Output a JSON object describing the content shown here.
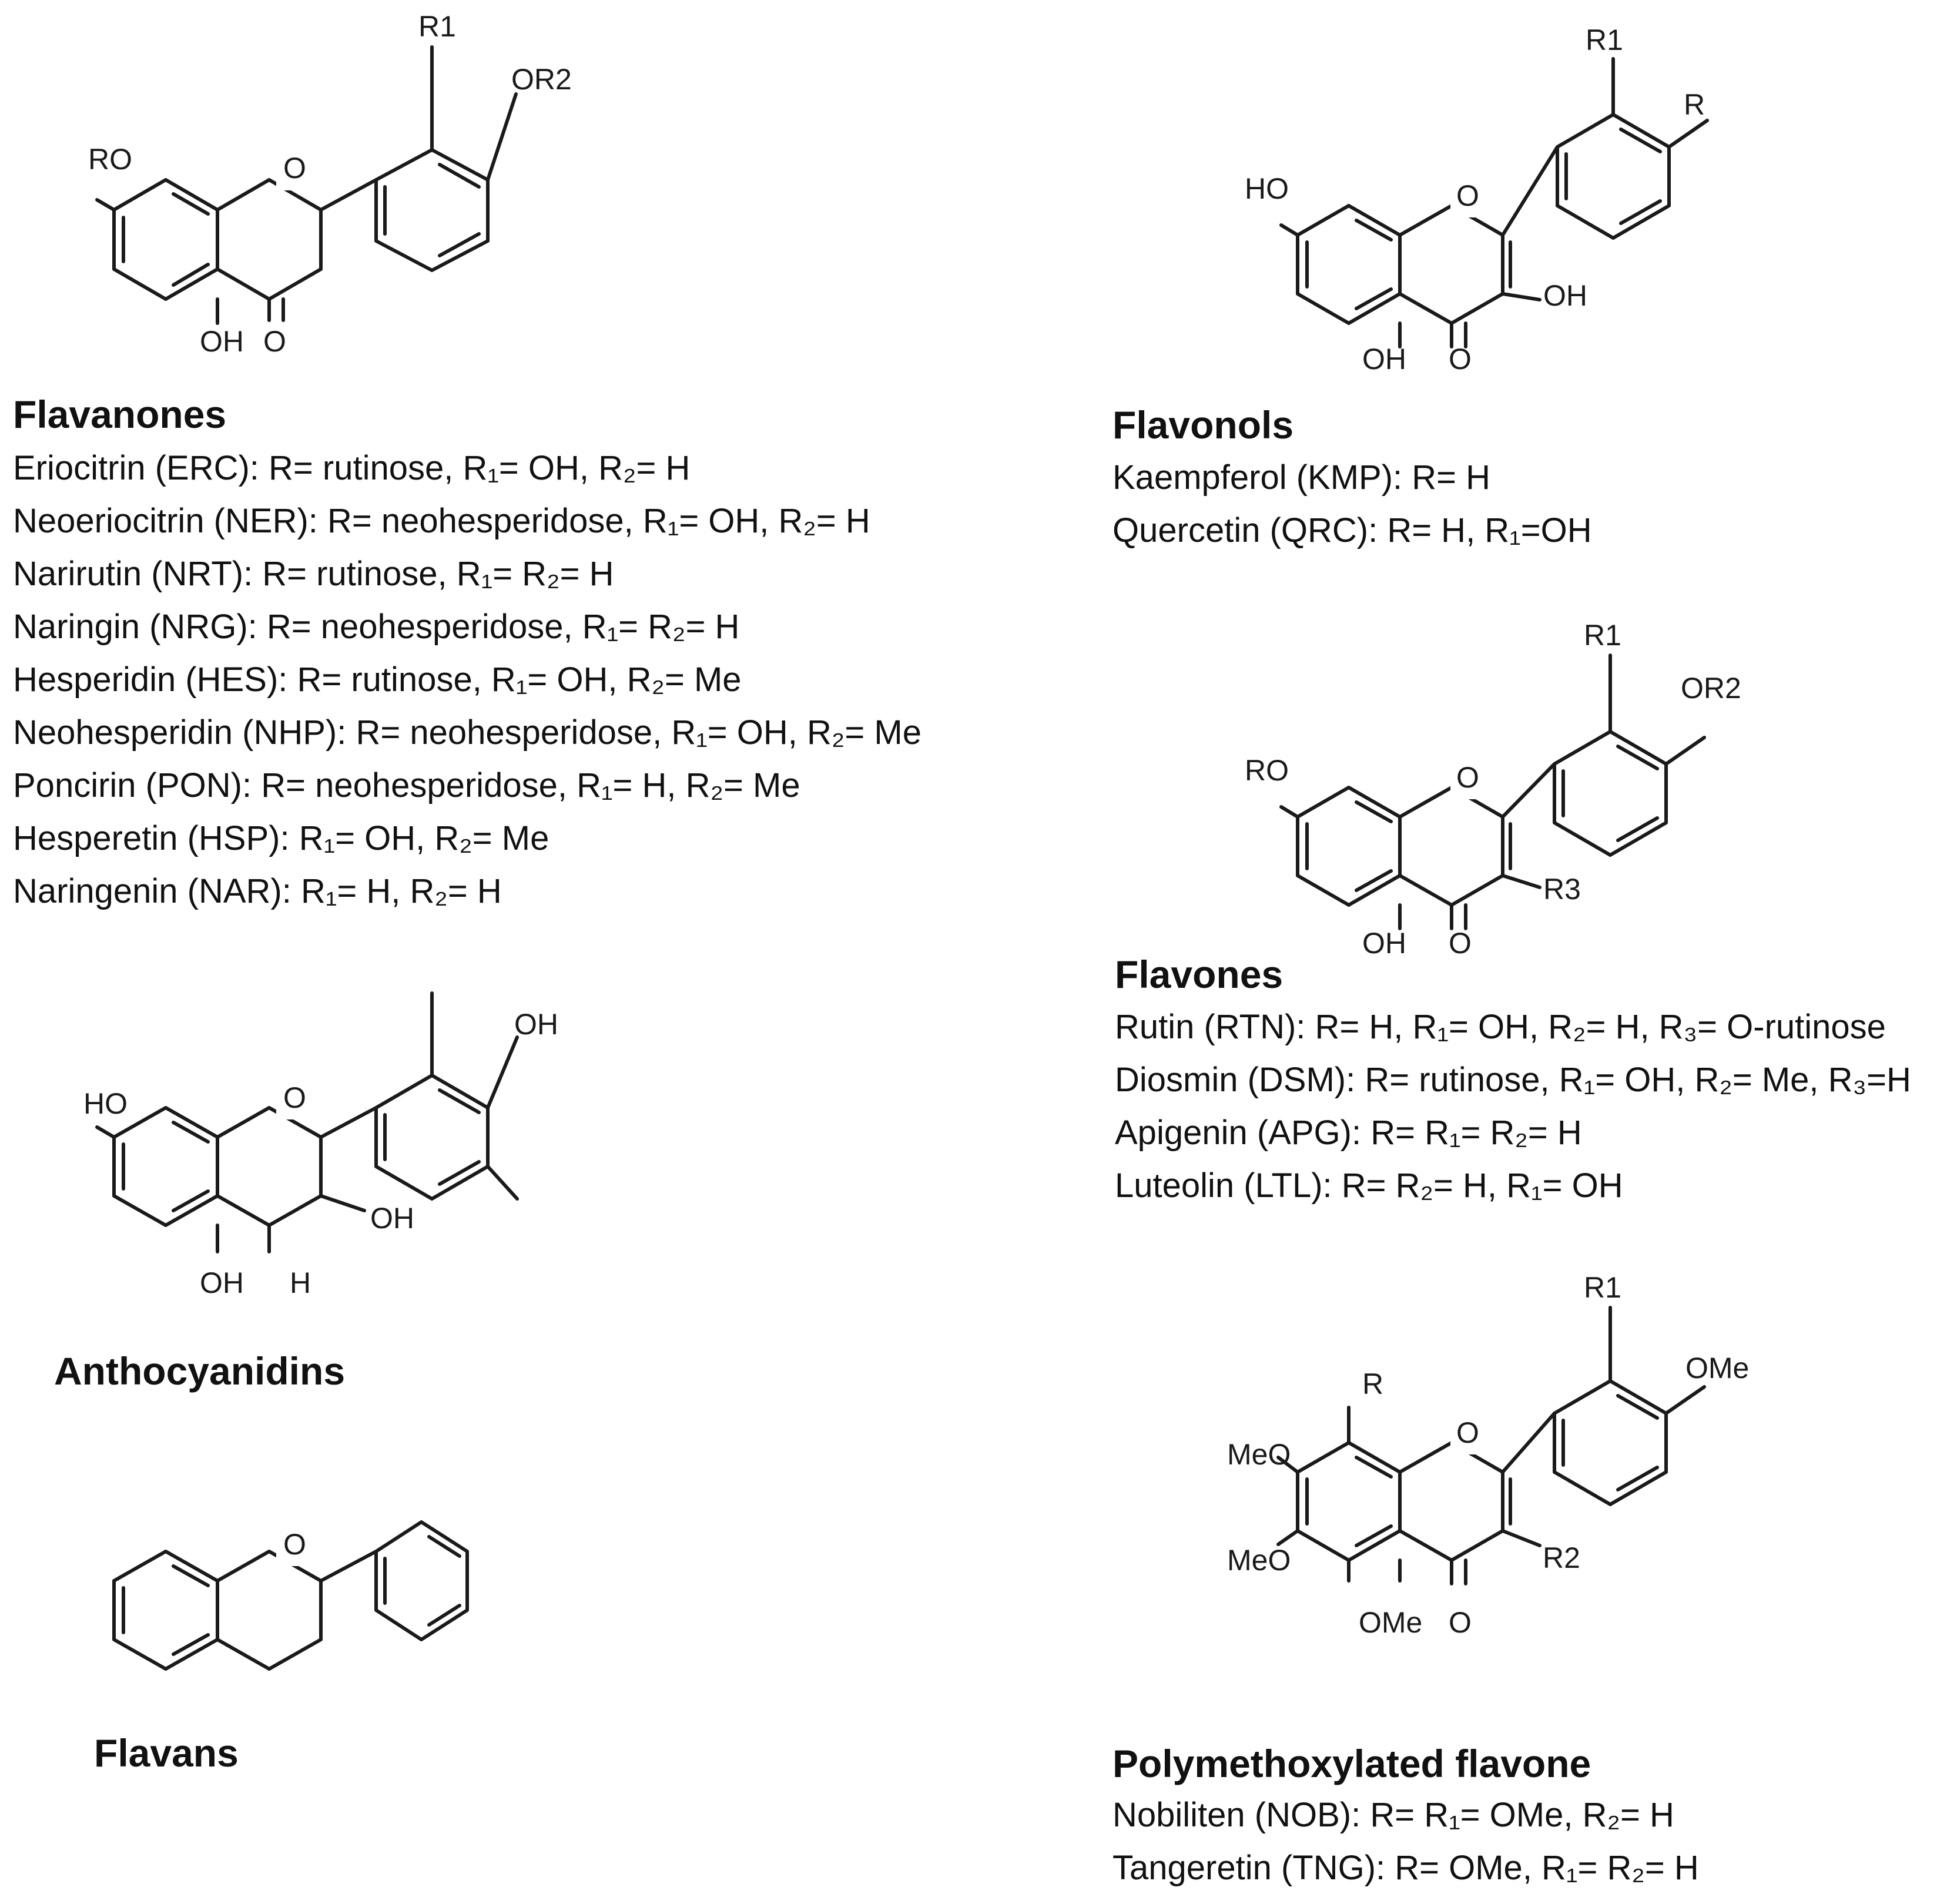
{
  "atoms": {
    "r": "R",
    "r1": "R1",
    "r2": "R2",
    "r3": "R3",
    "ro": "RO",
    "or2": "OR2",
    "ho": "HO",
    "oh": "OH",
    "o": "O",
    "h": "H",
    "meo": "MeO",
    "ome": "OMe"
  },
  "flavanones": {
    "title": "Flavanones",
    "entries": [
      "Eriocitrin (ERC): R= rutinose, R₁= OH, R₂= H",
      "Neoeriocitrin (NER): R= neohesperidose, R₁= OH, R₂= H",
      "Narirutin (NRT): R= rutinose, R₁= R₂= H",
      "Naringin (NRG): R= neohesperidose, R₁= R₂= H",
      "Hesperidin (HES): R= rutinose, R₁= OH, R₂= Me",
      "Neohesperidin (NHP): R= neohesperidose, R₁= OH, R₂= Me",
      "Poncirin (PON): R= neohesperidose, R₁= H, R₂= Me",
      "Hesperetin (HSP): R₁= OH, R₂= Me",
      "Naringenin (NAR): R₁= H, R₂= H"
    ]
  },
  "flavonols": {
    "title": "Flavonols",
    "entries": [
      "Kaempferol (KMP): R= H",
      "Quercetin (QRC): R= H, R₁=OH"
    ]
  },
  "flavones": {
    "title": "Flavones",
    "entries": [
      "Rutin (RTN): R= H, R₁= OH, R₂= H, R₃= O-rutinose",
      "Diosmin (DSM): R= rutinose, R₁= OH, R₂= Me, R₃=H",
      "Apigenin (APG): R= R₁= R₂= H",
      "Luteolin (LTL): R= R₂= H, R₁= OH"
    ]
  },
  "anthocyanidins": {
    "title": "Anthocyanidins"
  },
  "flavans": {
    "title": "Flavans"
  },
  "pmf": {
    "title": "Polymethoxylated flavone",
    "entries": [
      "Nobiliten (NOB): R= R₁= OMe, R₂= H",
      "Tangeretin (TNG): R= OMe, R₁= R₂= H"
    ]
  }
}
